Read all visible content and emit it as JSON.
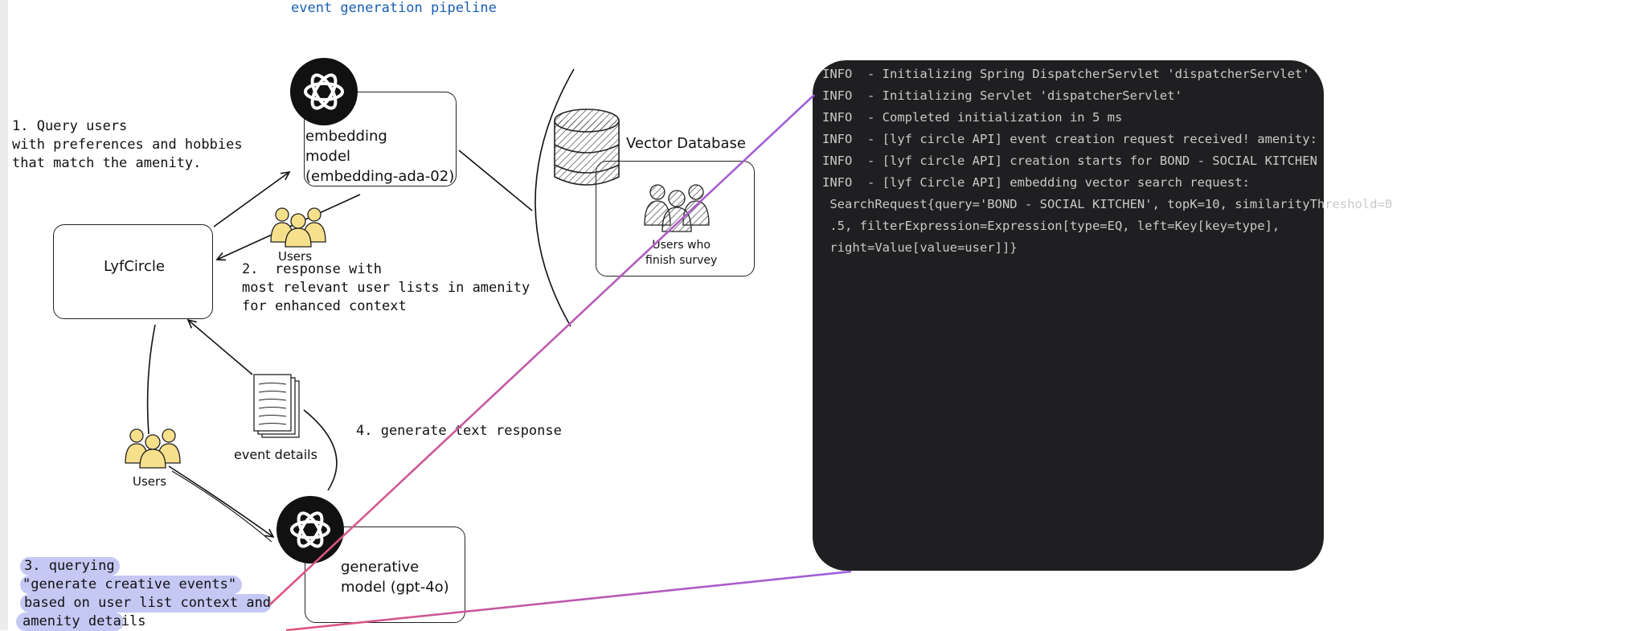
{
  "title": "event generation pipeline",
  "nodes": {
    "embedding_model": "embedding\nmodel\n(embedding-ada-02)",
    "vector_database": "Vector Database",
    "users_finish_survey": "Users who\nfinish survey",
    "lyfcircle": "LyfCircle",
    "generative_model": "generative\nmodel (gpt-4o)"
  },
  "labels": {
    "users_top": "Users",
    "users_bottom": "Users",
    "event_details": "event details"
  },
  "steps": {
    "step1": "1. Query users\nwith preferences and hobbies\nthat match the amenity.",
    "step2": "2.  response with\nmost relevant user lists in amenity\nfor enhanced context",
    "step3_lines": [
      "3. querying",
      "\"generate creative events\"",
      "based on user list context and",
      "amenity details"
    ],
    "step4": "4. generate text response"
  },
  "terminal": {
    "lines": [
      "INFO  - Initializing Spring DispatcherServlet 'dispatcherServlet'",
      "INFO  - Initializing Servlet 'dispatcherServlet'",
      "INFO  - Completed initialization in 5 ms",
      "INFO  - [lyf circle API] event creation request received! amenity:",
      "INFO  - [lyf circle API] creation starts for BOND - SOCIAL KITCHEN",
      "INFO  - [lyf Circle API] embedding vector search request:",
      " SearchRequest{query='BOND - SOCIAL KITCHEN', topK=10, similarityThreshold=0",
      " .5, filterExpression=Expression[type=EQ, left=Key[key=type],",
      " right=Value[value=user]]}"
    ]
  },
  "colors": {
    "title": "#1a5fb4",
    "terminal_bg": "#1f1f21",
    "terminal_text": "#c9c9c9",
    "highlight": "#c5c8f3",
    "users_icon": "#f7e08c",
    "zoom_line_start": "#e0567a",
    "zoom_line_end": "#9b5fe0"
  },
  "icons": [
    "openai-logo-icon",
    "database-icon",
    "users-group-icon",
    "document-stack-icon"
  ]
}
